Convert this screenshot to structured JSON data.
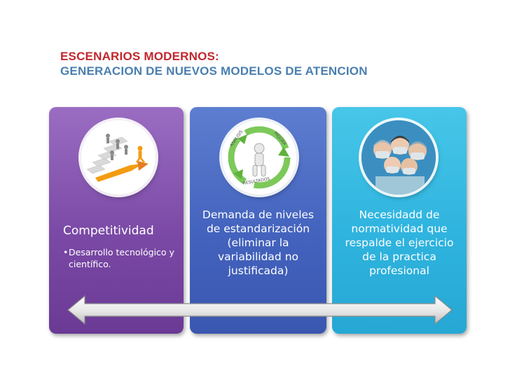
{
  "title": {
    "line1": "ESCENARIOS MODERNOS:",
    "line2": "GENERACION DE NUEVOS MODELOS DE ATENCION"
  },
  "panels": [
    {
      "heading": "Competitividad",
      "bullet_line1": "Desarrollo tecnológico y",
      "bullet_line2": "científico.",
      "image_icon": "stairs-runners-icon",
      "color": "#7b4aa6"
    },
    {
      "lines": [
        "Demanda de niveles",
        "de estandarización",
        "(eliminar la",
        "variabilidad no",
        "justificada)"
      ],
      "image_icon": "recycle-cycle-figure-icon",
      "cycle_labels": [
        "ANALISIS",
        "MEJORA",
        "RESULTADOS"
      ],
      "color": "#4463be"
    },
    {
      "lines": [
        "Necesidadd de",
        "normatividad que",
        "respalde el ejercicio",
        "de la practica",
        "profesional"
      ],
      "image_icon": "medical-staff-photo-icon",
      "color": "#2fb4df"
    }
  ],
  "arrow_icon": "double-headed-arrow-icon",
  "colors": {
    "title_red": "#c0272d",
    "title_blue": "#4a7fb0"
  }
}
